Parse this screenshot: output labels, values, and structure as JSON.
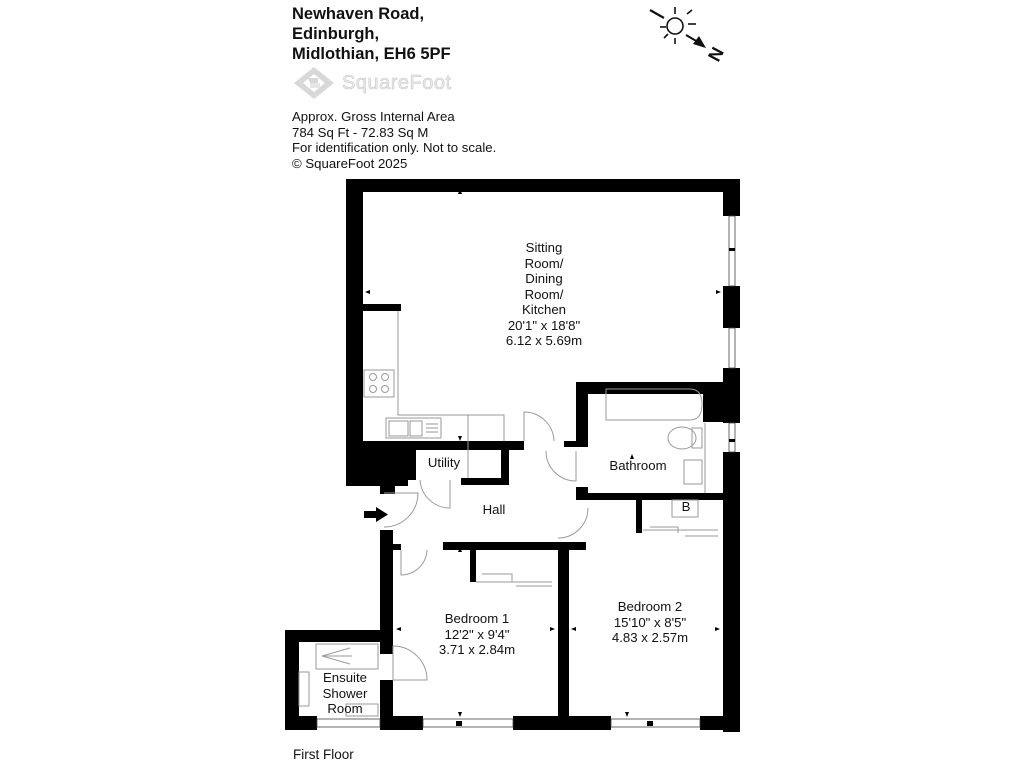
{
  "header": {
    "address_lines": [
      "Newhaven Road,",
      "Edinburgh,",
      "Midlothian, EH6 5PF"
    ],
    "logo_text": "SquareFoot",
    "info_lines": [
      "Approx. Gross Internal Area",
      "784 Sq Ft  -  72.83 Sq M",
      "For identification only. Not to scale.",
      "© SquareFoot 2025"
    ]
  },
  "compass": {
    "north_label": "N",
    "icon": "sun-compass-icon"
  },
  "rooms": {
    "sitting": {
      "lines": [
        "Sitting",
        "Room/",
        "Dining",
        "Room/",
        "Kitchen",
        "20'1\" x 18'8\"",
        "6.12 x 5.69m"
      ]
    },
    "utility": {
      "label": "Utility"
    },
    "hall": {
      "label": "Hall"
    },
    "bathroom": {
      "label": "Bathroom"
    },
    "boiler": {
      "label": "B"
    },
    "bedroom1": {
      "lines": [
        "Bedroom 1",
        "12'2\" x 9'4\"",
        "3.71 x 2.84m"
      ]
    },
    "bedroom2": {
      "lines": [
        "Bedroom 2",
        "15'10\" x 8'5\"",
        "4.83 x 2.57m"
      ]
    },
    "ensuite": {
      "lines": [
        "Ensuite",
        "Shower",
        "Room"
      ]
    }
  },
  "footer": {
    "floor_label": "First Floor"
  },
  "colors": {
    "wall": "#000000",
    "fixture": "#9a9a9a",
    "logo": "#cccccc"
  }
}
